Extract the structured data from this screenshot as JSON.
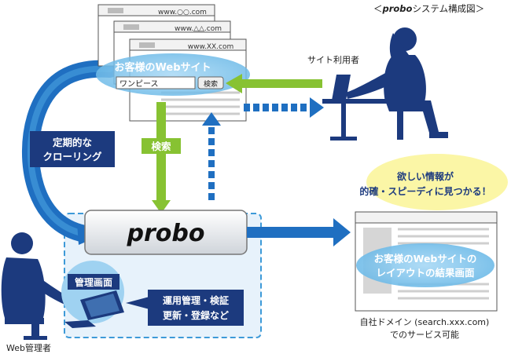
{
  "header": {
    "title_bold": "probo",
    "title_rest": "システム構成図",
    "bracket_open": "＜",
    "bracket_close": "＞"
  },
  "browsers": {
    "url_1": "www.○○.com",
    "url_2": "www.△△.com",
    "url_3": "www.XX.com"
  },
  "client_site": {
    "label": "お客様のWebサイト",
    "search_value": "ワンピース",
    "search_button": "検索"
  },
  "site_user_label": "サイト利用者",
  "crawling_label": {
    "line1": "定期的な",
    "line2": "クローリング"
  },
  "search_label": "検索",
  "probo_logo": "probo",
  "admin": {
    "screen_label": "管理画面",
    "tasks_line1": "運用管理・検証",
    "tasks_line2": "更新・登録など",
    "person_label": "Web管理者"
  },
  "result": {
    "bubble_line1": "欲しい情報が",
    "bubble_line2": "的確・スピーディに見つかる！",
    "layout_line1": "お客様のWebサイトの",
    "layout_line2": "レイアウトの結果画面",
    "domain_line1": "自社ドメイン (search.xxx.com)",
    "domain_line2": "でのサービス可能"
  },
  "colors": {
    "navy": "#1c3a7e",
    "blue": "#1f6fc1",
    "light_blue": "#9fd2f1",
    "green": "#87c232",
    "yellow": "#fbf6a6",
    "pale": "#e7f2fb"
  }
}
